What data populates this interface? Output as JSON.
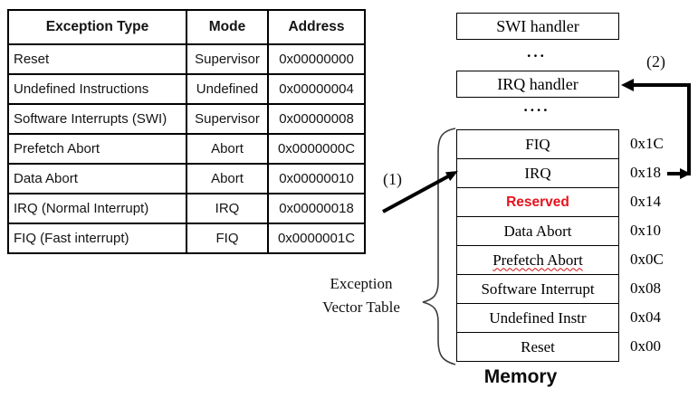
{
  "exception_table": {
    "headers": [
      "Exception Type",
      "Mode",
      "Address"
    ],
    "rows": [
      [
        "Reset",
        "Supervisor",
        "0x00000000"
      ],
      [
        "Undefined Instructions",
        "Undefined",
        "0x00000004"
      ],
      [
        "Software Interrupts (SWI)",
        "Supervisor",
        "0x00000008"
      ],
      [
        "Prefetch Abort",
        "Abort",
        "0x0000000C"
      ],
      [
        "Data Abort",
        "Abort",
        "0x00000010"
      ],
      [
        "IRQ (Normal Interrupt)",
        "IRQ",
        "0x00000018"
      ],
      [
        "FIQ (Fast interrupt)",
        "FIQ",
        "0x0000001C"
      ]
    ]
  },
  "memory_diagram": {
    "swi_handler_label": "SWI handler",
    "dots_between_handlers": "...",
    "irq_handler_label": "IRQ handler",
    "dots_above_table": "....",
    "rows": [
      {
        "label": "FIQ",
        "address": "0x1C"
      },
      {
        "label": "IRQ",
        "address": "0x18"
      },
      {
        "label": "Reserved",
        "address": "0x14"
      },
      {
        "label": "Data Abort",
        "address": "0x10"
      },
      {
        "label": "Prefetch Abort",
        "address": "0x0C"
      },
      {
        "label": "Software Interrupt",
        "address": "0x08"
      },
      {
        "label": "Undefined Instr",
        "address": "0x04"
      },
      {
        "label": "Reset",
        "address": "0x00"
      }
    ]
  },
  "labels": {
    "annotation1": "(1)",
    "annotation2": "(2)",
    "brace_line1": "Exception",
    "brace_line2": "Vector Table",
    "memory_caption": "Memory"
  },
  "colors": {
    "reserved_text": "#e8121c",
    "diagram_lines": "#000000"
  }
}
